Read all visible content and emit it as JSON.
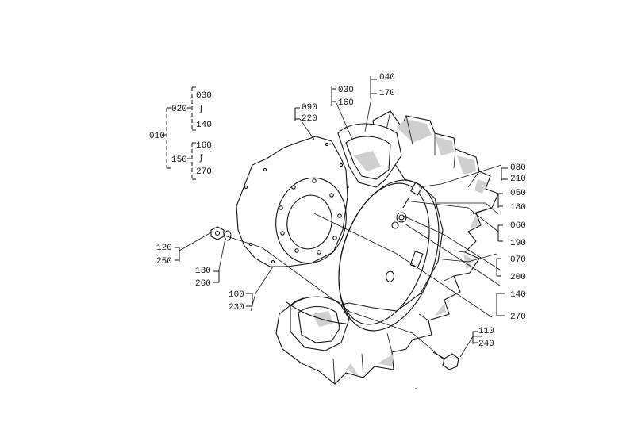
{
  "tree": {
    "root": "010",
    "g1": "020",
    "g1_a": "030",
    "g1_b": "140",
    "g2": "150",
    "g2_a": "160",
    "g2_b": "270",
    "tilde": "∫"
  },
  "labels": {
    "l040": "040",
    "l170": "170",
    "l030": "030",
    "l160": "160",
    "l090": "090",
    "l220": "220",
    "l080": "080",
    "l210": "210",
    "l050": "050",
    "l180": "180",
    "l060": "060",
    "l190": "190",
    "l070": "070",
    "l200": "200",
    "l140": "140",
    "l270": "270",
    "l120": "120",
    "l250": "250",
    "l130": "130",
    "l260": "260",
    "l100": "100",
    "l230": "230",
    "l110": "110",
    "l240": "240"
  }
}
